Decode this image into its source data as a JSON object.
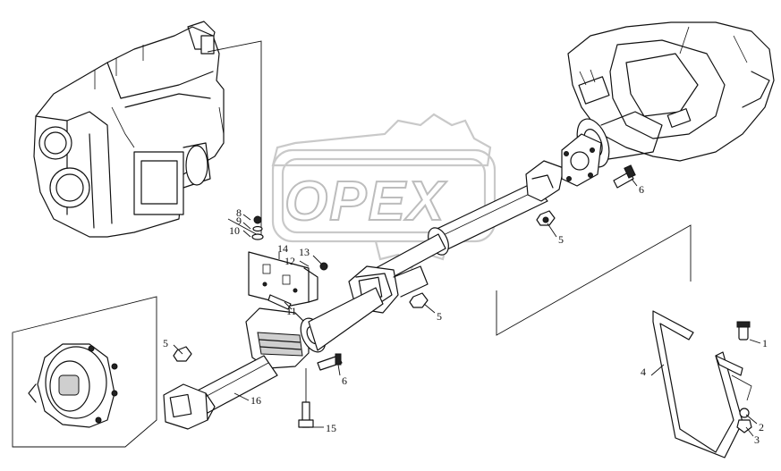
{
  "watermark": {
    "text": "OPEX"
  },
  "callouts": {
    "c1": "1",
    "c2": "2",
    "c3": "3",
    "c4": "4",
    "c5a": "5",
    "c5b": "5",
    "c5c": "5",
    "c6a": "6",
    "c6b": "6",
    "c8": "8",
    "c9": "9",
    "c10": "10",
    "c11": "11",
    "c12": "12",
    "c13": "13",
    "c14": "14",
    "c15": "15",
    "c16": "16"
  }
}
